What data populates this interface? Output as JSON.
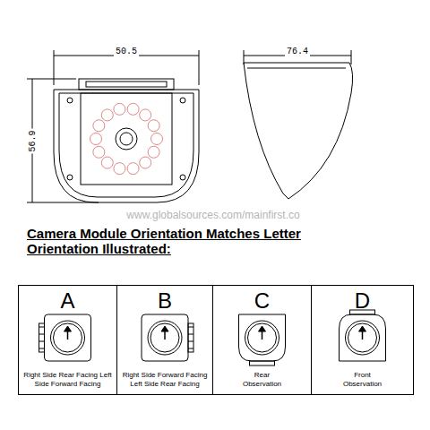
{
  "diagram": {
    "title": "Camera Module Orientation Matches Letter Orientation Illustrated:",
    "nodes": [
      {
        "text": [
          "A",
          "Right Side Rear Facing Left Side Forward Facing"
        ]
      },
      {
        "text": [
          "B",
          "Right Side Forward Facing Left Side Rear Facing"
        ]
      },
      {
        "text": [
          "C",
          "Rear Observation"
        ]
      },
      {
        "text": [
          "D",
          "Front Observation"
        ]
      }
    ],
    "labels": [
      "50.5",
      "56.9",
      "76.4",
      "www.globalsources.com/mainfirst.co"
    ]
  }
}
